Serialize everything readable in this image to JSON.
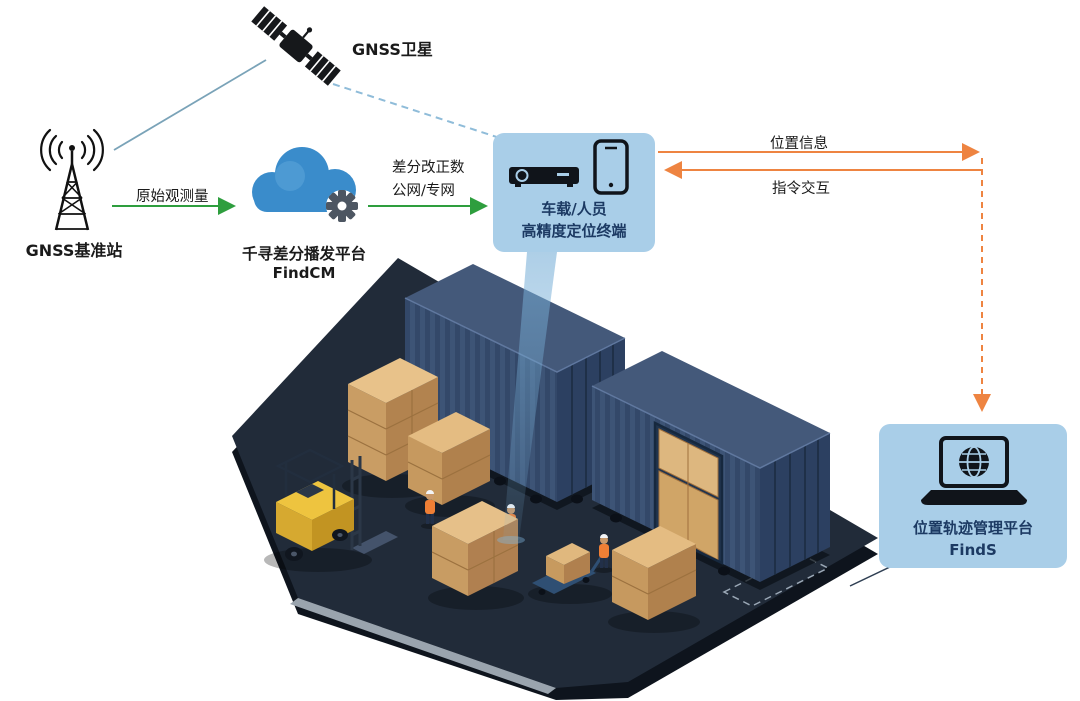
{
  "nodes": {
    "satellite": {
      "label": "GNSS卫星"
    },
    "base_station": {
      "label": "GNSS基准站"
    },
    "cloud": {
      "name": "千寻差分播发平台",
      "product": "FindCM"
    },
    "terminal": {
      "line1": "车载/人员",
      "line2": "高精度定位终端"
    },
    "management": {
      "name": "位置轨迹管理平台",
      "product": "FindS"
    }
  },
  "edges": {
    "raw_observation": {
      "label": "原始观测量"
    },
    "correction": {
      "line1": "差分改正数",
      "line2": "公网/专网"
    },
    "position_info": {
      "label": "位置信息"
    },
    "command": {
      "label": "指令交互"
    }
  },
  "icons": {
    "satellite": "satellite-icon",
    "base_station": "antenna-tower-icon",
    "cloud": "cloud-gear-icon",
    "terminal_devices": "vehicle-terminal-and-phone-icon",
    "management": "laptop-globe-icon"
  },
  "colors": {
    "node_box_bg": "#a9cee8",
    "node_label": "#1c3a63",
    "arrow_green": "#2e9e3e",
    "arrow_orange": "#ee8441",
    "satellite_link_dashed": "#8fbcd9",
    "satellite_link_solid": "#7aa3b8",
    "cloud_blue": "#3a8ccb",
    "scene_platform": "#212b39",
    "container_blue": "#3d5476",
    "carton_tan": "#d9b37c",
    "forklift_yellow": "#eec43f"
  }
}
